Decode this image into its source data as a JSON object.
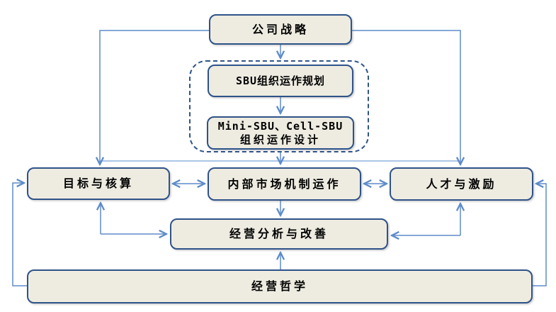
{
  "diagram": {
    "type": "flowchart",
    "background": "#FFFFFF",
    "colors": {
      "box_fill": "#EEECE1",
      "box_border": "#2F5389",
      "connector": "#5E8CC9",
      "bus_line": "#8FB3DE",
      "text": "#000000"
    },
    "nodes": {
      "company_strategy": {
        "label": "公司战略"
      },
      "sbu_planning": {
        "label": "SBU组织运作规划"
      },
      "mini_sbu": {
        "line1": "Mini-SBU、Cell-SBU",
        "line2": "组织运作设计"
      },
      "goals_accounting": {
        "label": "目标与核算"
      },
      "internal_market": {
        "label": "内部市场机制运作"
      },
      "talent_incentive": {
        "label": "人才与激励"
      },
      "analysis_improvement": {
        "label": "经营分析与改善"
      },
      "philosophy": {
        "label": "经营哲学"
      }
    },
    "groups": [
      {
        "id": "sbu_design_group",
        "style": "dashed-rounded",
        "contains": [
          "SBU组织运作规划",
          "Mini-SBU、Cell-SBU组织运作设计"
        ]
      }
    ],
    "edges": [
      {
        "from": "公司战略",
        "to": "目标与核算",
        "arrow": "single",
        "route": "elbow-left"
      },
      {
        "from": "公司战略",
        "to": "人才与激励",
        "arrow": "single",
        "route": "elbow-right"
      },
      {
        "from": "公司战略",
        "to": "SBU组织运作规划",
        "arrow": "single",
        "route": "straight-down"
      },
      {
        "from": "SBU组织运作规划",
        "to": "Mini-SBU、Cell-SBU组织运作设计",
        "arrow": "single",
        "route": "straight-down"
      },
      {
        "from": "Mini-SBU、Cell-SBU组织运作设计",
        "to": "内部市场机制运作",
        "arrow": "single",
        "route": "straight-down"
      },
      {
        "from": "目标与核算",
        "to": "内部市场机制运作",
        "arrow": "double",
        "route": "horizontal"
      },
      {
        "from": "内部市场机制运作",
        "to": "人才与激励",
        "arrow": "double",
        "route": "horizontal"
      },
      {
        "from": "经营分析与改善",
        "to": "目标与核算",
        "arrow": "double",
        "route": "elbow"
      },
      {
        "from": "经营分析与改善",
        "to": "人才与激励",
        "arrow": "double",
        "route": "elbow"
      },
      {
        "from": "内部市场机制运作",
        "to": "经营分析与改善",
        "arrow": "single",
        "route": "straight-down"
      },
      {
        "from": "经营哲学",
        "to": "经营分析与改善",
        "arrow": "single",
        "route": "straight-up"
      },
      {
        "from": "经营哲学",
        "to": "目标与核算",
        "arrow": "single",
        "route": "loop-left"
      },
      {
        "from": "经营哲学",
        "to": "人才与激励",
        "arrow": "single",
        "route": "loop-right"
      }
    ]
  }
}
